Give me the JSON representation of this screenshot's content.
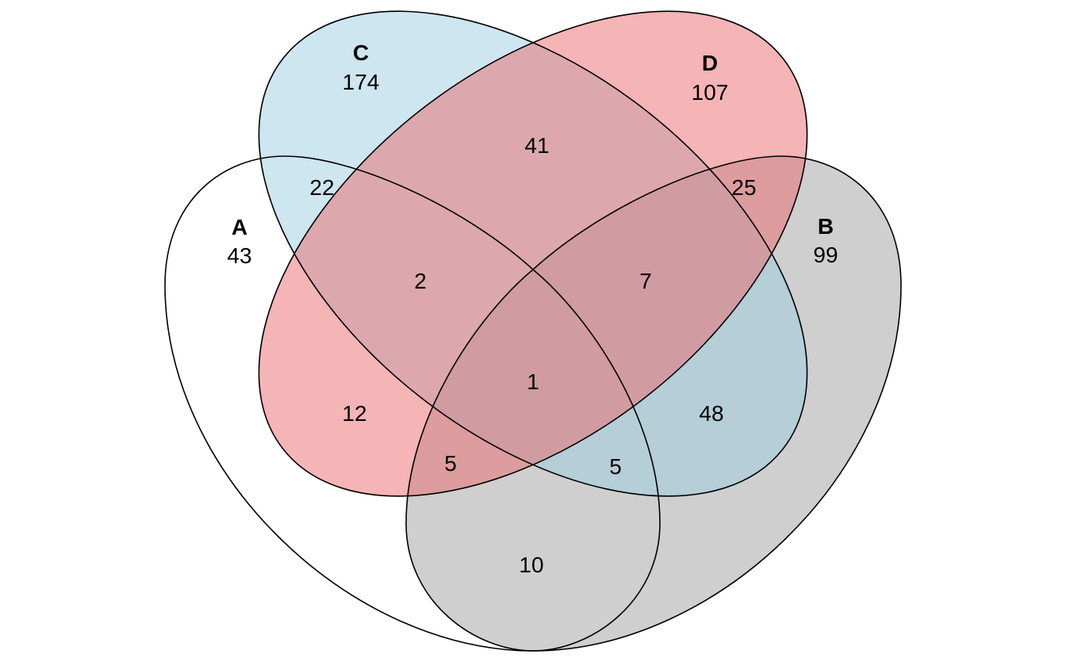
{
  "diagram": {
    "type": "venn",
    "sets": [
      {
        "id": "A",
        "name": "A",
        "only": "43",
        "color": "#ffffff"
      },
      {
        "id": "B",
        "name": "B",
        "only": "99",
        "color": "#cfcfcf"
      },
      {
        "id": "C",
        "name": "C",
        "only": "174",
        "color": "#9ccde0"
      },
      {
        "id": "D",
        "name": "D",
        "only": "107",
        "color": "#eb6a6e"
      }
    ],
    "regions": {
      "AC": "22",
      "CD": "41",
      "BD": "25",
      "ACD": "2",
      "BCD": "7",
      "ABCD": "1",
      "AD": "12",
      "BC": "48",
      "ABD": "5",
      "ABC": "5",
      "AB": "10"
    },
    "region_colors": {
      "AC": "#cfe6f0",
      "CD": "#d09ea7",
      "BD": "#e29a9c",
      "ACD": "#dfbac1",
      "BCD": "#caaeb3",
      "ABCD": "#dcc0c4",
      "AD": "#f9b0b2",
      "BC": "#b8d1dc",
      "ABD": "#eec0c0",
      "ABC": "#d2e1e8",
      "AB": "#e6e6e6"
    }
  }
}
